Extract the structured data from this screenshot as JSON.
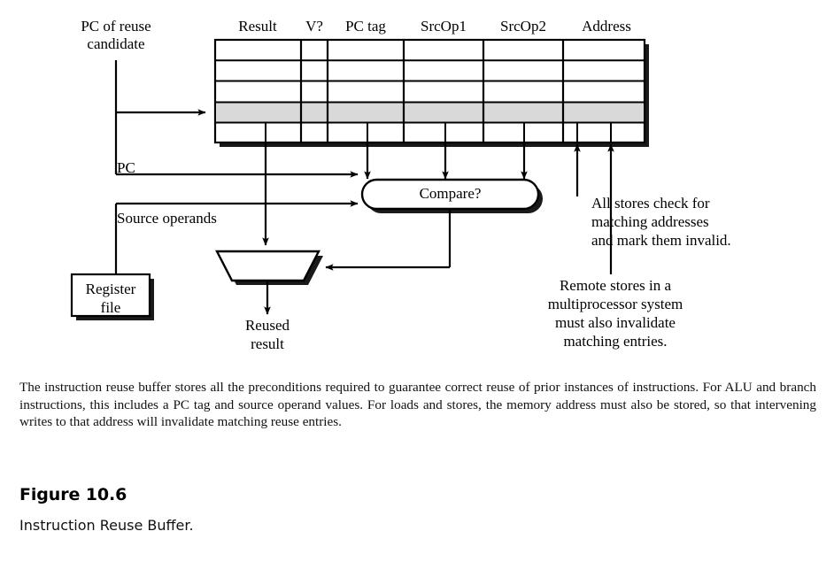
{
  "figure": {
    "number": "Figure 10.6",
    "title": "Instruction Reuse Buffer.",
    "caption": "The instruction reuse buffer stores all the preconditions required to guarantee correct reuse of prior instances of instructions. For ALU and branch instructions, this includes a PC tag and source operand values. For loads and stores, the memory address must also be stored, so that intervening writes to that address will invalidate matching reuse entries."
  },
  "diagram": {
    "table": {
      "columns": [
        "Result",
        "V?",
        "PC tag",
        "SrcOp1",
        "SrcOp2",
        "Address"
      ],
      "row_count": 5,
      "highlighted_row_index": 3,
      "highlight_color": "#d9d9d9"
    },
    "labels": {
      "pc_of_reuse_candidate": "PC of reuse\ncandidate",
      "pc": "PC",
      "source_operands": "Source operands",
      "register_file": "Register\nfile",
      "compare": "Compare?",
      "reused_result": "Reused\nresult",
      "all_stores_note": "All stores check for\nmatching addresses\nand mark them invalid.",
      "remote_stores_note": "Remote stores in a\nmultiprocessor system\nmust also invalidate\nmatching entries."
    },
    "colors": {
      "ink": "#000000",
      "shadow": "#1a1a1a",
      "fill": "#ffffff"
    }
  }
}
